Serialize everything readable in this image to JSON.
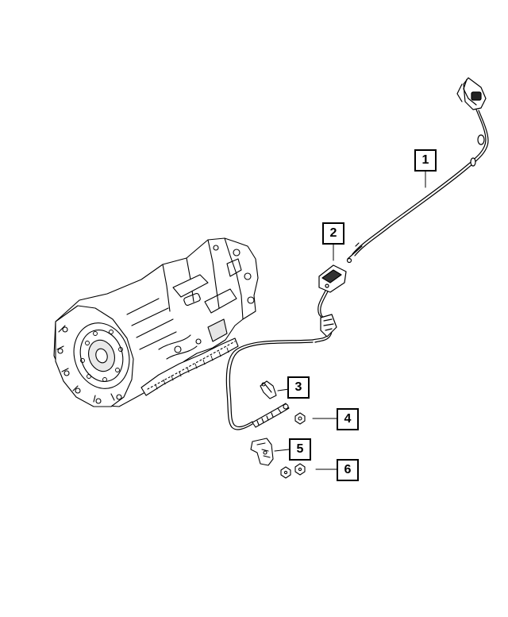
{
  "callouts": [
    {
      "id": "1",
      "label": "1"
    },
    {
      "id": "2",
      "label": "2"
    },
    {
      "id": "3",
      "label": "3"
    },
    {
      "id": "4",
      "label": "4"
    },
    {
      "id": "5",
      "label": "5"
    },
    {
      "id": "6",
      "label": "6"
    }
  ],
  "colors": {
    "line": "#000000",
    "background": "#ffffff",
    "shade": "#cfcfcf"
  }
}
